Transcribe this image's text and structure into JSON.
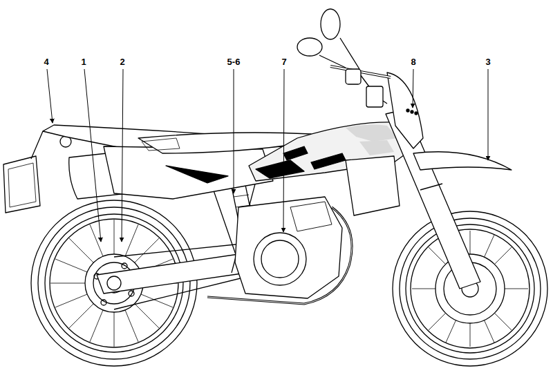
{
  "diagram": {
    "labels": [
      "4",
      "1",
      "2",
      "5-6",
      "7",
      "8",
      "3"
    ]
  }
}
